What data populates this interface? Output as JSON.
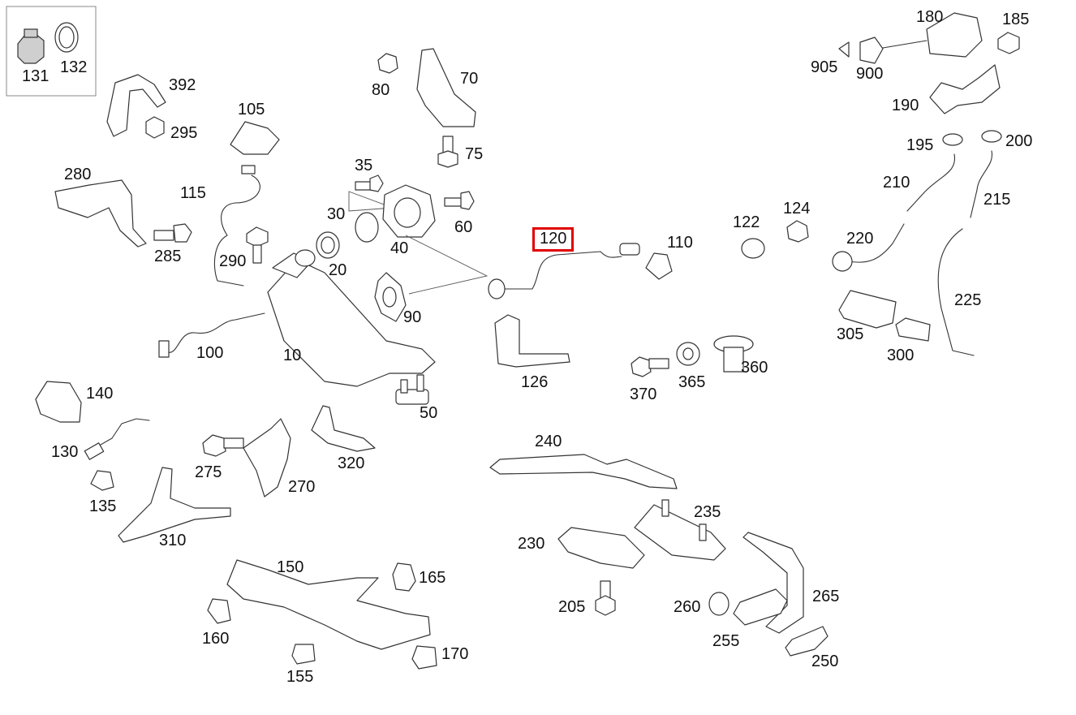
{
  "highlighted_part": "120",
  "colors": {
    "highlight": "#e00000",
    "line": "#333333",
    "background": "#ffffff"
  },
  "parts": [
    {
      "id": "p131",
      "label": "131"
    },
    {
      "id": "p132",
      "label": "132"
    },
    {
      "id": "p392",
      "label": "392"
    },
    {
      "id": "p295",
      "label": "295"
    },
    {
      "id": "p105",
      "label": "105"
    },
    {
      "id": "p80",
      "label": "80"
    },
    {
      "id": "p70",
      "label": "70"
    },
    {
      "id": "p75",
      "label": "75"
    },
    {
      "id": "p280",
      "label": "280"
    },
    {
      "id": "p115",
      "label": "115"
    },
    {
      "id": "p285",
      "label": "285"
    },
    {
      "id": "p290",
      "label": "290"
    },
    {
      "id": "p35",
      "label": "35"
    },
    {
      "id": "p30",
      "label": "30"
    },
    {
      "id": "p60",
      "label": "60"
    },
    {
      "id": "p40",
      "label": "40"
    },
    {
      "id": "p20",
      "label": "20"
    },
    {
      "id": "p90",
      "label": "90"
    },
    {
      "id": "p100",
      "label": "100"
    },
    {
      "id": "p10",
      "label": "10"
    },
    {
      "id": "p50",
      "label": "50"
    },
    {
      "id": "p140",
      "label": "140"
    },
    {
      "id": "p130",
      "label": "130"
    },
    {
      "id": "p135",
      "label": "135"
    },
    {
      "id": "p275",
      "label": "275"
    },
    {
      "id": "p270",
      "label": "270"
    },
    {
      "id": "p320",
      "label": "320"
    },
    {
      "id": "p310",
      "label": "310"
    },
    {
      "id": "p150",
      "label": "150"
    },
    {
      "id": "p165",
      "label": "165"
    },
    {
      "id": "p160",
      "label": "160"
    },
    {
      "id": "p155",
      "label": "155"
    },
    {
      "id": "p170",
      "label": "170"
    },
    {
      "id": "p120",
      "label": "120"
    },
    {
      "id": "p110",
      "label": "110"
    },
    {
      "id": "p126",
      "label": "126"
    },
    {
      "id": "p122",
      "label": "122"
    },
    {
      "id": "p124",
      "label": "124"
    },
    {
      "id": "p370",
      "label": "370"
    },
    {
      "id": "p365",
      "label": "365"
    },
    {
      "id": "p360",
      "label": "360"
    },
    {
      "id": "p180",
      "label": "180"
    },
    {
      "id": "p185",
      "label": "185"
    },
    {
      "id": "p905",
      "label": "905"
    },
    {
      "id": "p900",
      "label": "900"
    },
    {
      "id": "p190",
      "label": "190"
    },
    {
      "id": "p195",
      "label": "195"
    },
    {
      "id": "p200",
      "label": "200"
    },
    {
      "id": "p210",
      "label": "210"
    },
    {
      "id": "p215",
      "label": "215"
    },
    {
      "id": "p220",
      "label": "220"
    },
    {
      "id": "p225",
      "label": "225"
    },
    {
      "id": "p305",
      "label": "305"
    },
    {
      "id": "p300",
      "label": "300"
    },
    {
      "id": "p240",
      "label": "240"
    },
    {
      "id": "p235",
      "label": "235"
    },
    {
      "id": "p230",
      "label": "230"
    },
    {
      "id": "p205",
      "label": "205"
    },
    {
      "id": "p260",
      "label": "260"
    },
    {
      "id": "p265",
      "label": "265"
    },
    {
      "id": "p255",
      "label": "255"
    },
    {
      "id": "p250",
      "label": "250"
    }
  ]
}
